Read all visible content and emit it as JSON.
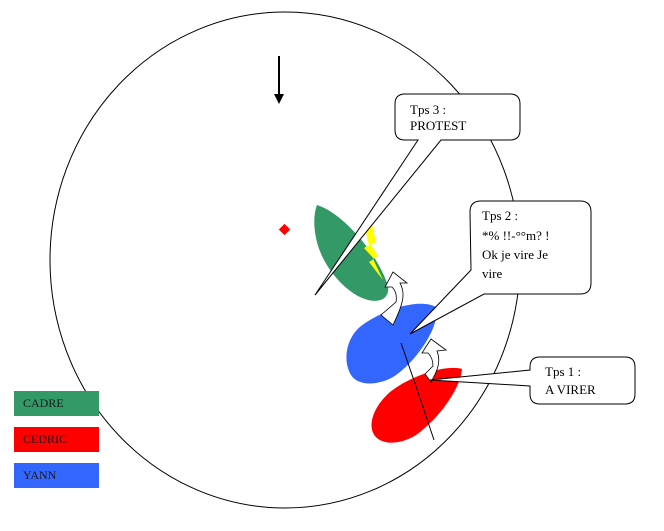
{
  "callouts": {
    "tps3": [
      "Tps 3 :",
      "PROTEST"
    ],
    "tps2": [
      "Tps 2 :",
      "*% !!-°°m? !",
      "Ok je vire Je",
      "vire"
    ],
    "tps1": [
      "Tps 1 :",
      "A VIRER"
    ]
  },
  "legend": {
    "cadre": {
      "label": "CADRE",
      "color": "#339966"
    },
    "cedric": {
      "label": "CEDRIC",
      "color": "#ff0000"
    },
    "yann": {
      "label": "YANN",
      "color": "#3366ff"
    }
  },
  "colors": {
    "mark": "#ff0000",
    "clash": "#ffff00",
    "outline": "#000000"
  },
  "icons": {
    "wind": "down-arrow-icon",
    "turn": "curved-up-arrow-icon",
    "clash": "lightning-bolt-icon"
  }
}
